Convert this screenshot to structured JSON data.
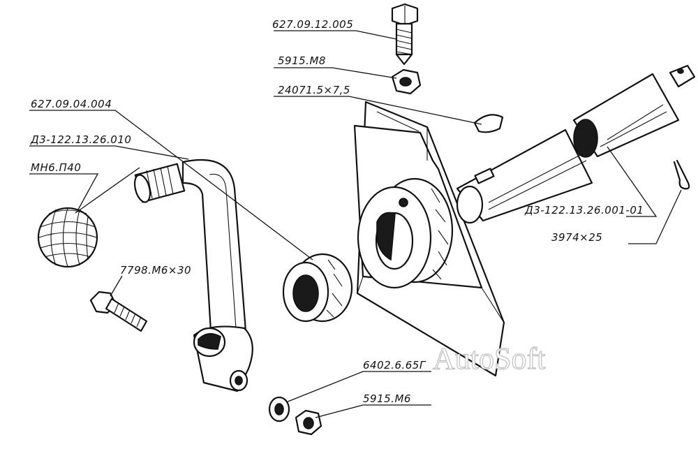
{
  "labels": {
    "bolt_top": "627.09.12.005",
    "nut_m8": "5915.M8",
    "key": "24071.5×7,5",
    "lever": "627.09.04.004",
    "lever_pin": "Д3-122.13.26.010",
    "knob": "МН6.П40",
    "bolt_side": "7798.M6×30",
    "shaft": "Д3-122.13.26.001-01",
    "cotter": "3974×25",
    "washer": "6402.6.65Г",
    "nut_m6": "5915.M6"
  },
  "watermark": "AutoSoft"
}
